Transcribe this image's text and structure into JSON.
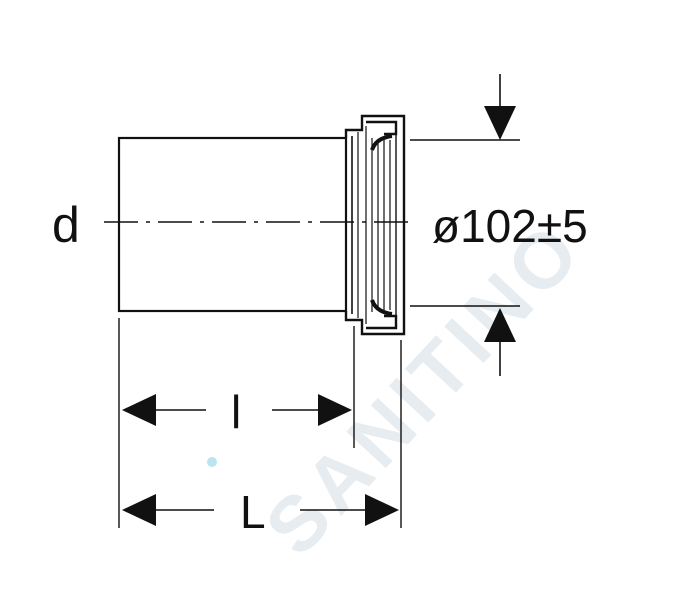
{
  "watermark": {
    "text": "SANITINO",
    "color": "#e3ebee",
    "accent_color": "#8fd0ea"
  },
  "labels": {
    "diameter_symbol": "d",
    "outer_diameter": "ø102±5",
    "inner_length": "l",
    "total_length": "L"
  },
  "colors": {
    "line": "#111111",
    "background": "#ffffff"
  }
}
